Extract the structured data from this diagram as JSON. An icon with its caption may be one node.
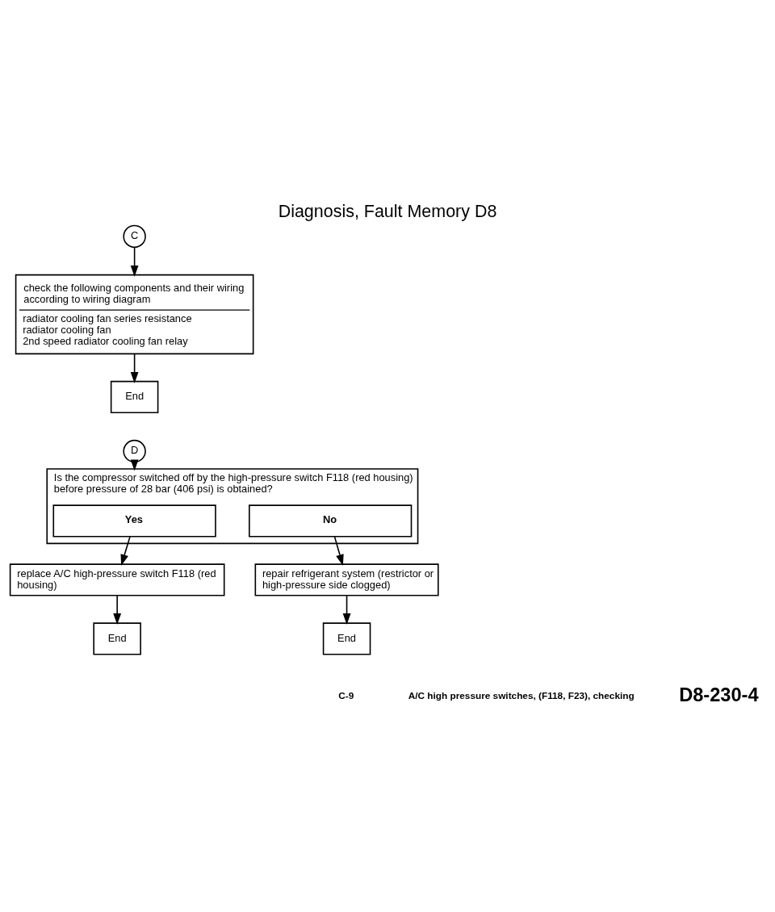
{
  "diagram": {
    "title": "Diagnosis, Fault Memory D8",
    "nodes": [
      {
        "text": [
          "C"
        ]
      },
      {
        "text": [
          "check the following components and their wiring according to wiring diagram",
          "radiator cooling fan series resistance",
          "radiator cooling fan",
          "2nd speed radiator cooling fan relay"
        ]
      },
      {
        "text": [
          "End"
        ]
      },
      {
        "text": [
          "D"
        ]
      },
      {
        "text": [
          "Is the compressor switched off by the high-pressure switch F118 (red housing) before pressure of 28 bar (406 psi) is obtained?"
        ]
      },
      {
        "text": [
          "Yes"
        ],
        "in": 4
      },
      {
        "text": [
          "No"
        ],
        "in": 4
      },
      {
        "text": [
          "replace A/C high-pressure switch F118 (red housing)"
        ]
      },
      {
        "text": [
          "End"
        ]
      },
      {
        "text": [
          "repair refrigerant system (restrictor or high-pressure side clogged)"
        ]
      },
      {
        "text": [
          "End"
        ]
      }
    ],
    "edges": [
      {
        "from": 0,
        "to": 1,
        "arrow": "to"
      },
      {
        "from": 1,
        "to": 2,
        "arrow": "to"
      },
      {
        "from": 3,
        "to": 4,
        "arrow": "to"
      },
      {
        "from": 5,
        "to": 7,
        "arrow": "to"
      },
      {
        "from": 7,
        "to": 8,
        "arrow": "to"
      },
      {
        "from": 6,
        "to": 9,
        "arrow": "to"
      },
      {
        "from": 9,
        "to": 10,
        "arrow": "to"
      }
    ],
    "labels": [
      "C-9",
      "A/C high pressure switches, (F118, F23), checking",
      "D8-230-4"
    ]
  }
}
